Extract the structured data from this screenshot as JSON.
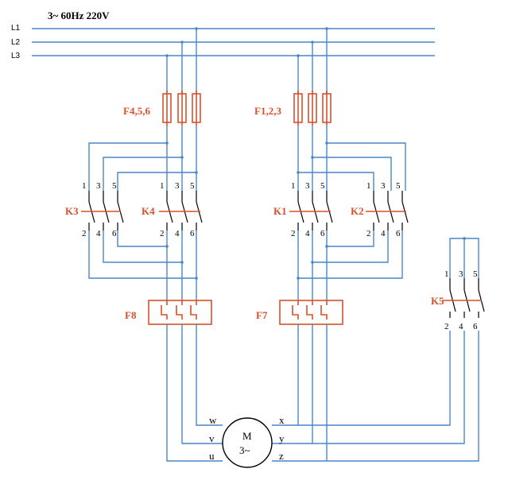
{
  "supply": "3~ 60Hz 220V",
  "lines": [
    "L1",
    "L2",
    "L3"
  ],
  "fuses": {
    "left": "F4,5,6",
    "right": "F1,2,3"
  },
  "overloads": {
    "left": "F8",
    "right": "F7"
  },
  "contactors": {
    "k3": "K3",
    "k4": "K4",
    "k1": "K1",
    "k2": "K2",
    "k5": "K5"
  },
  "terminals_top": [
    "1",
    "3",
    "5"
  ],
  "terminals_bottom": [
    "2",
    "4",
    "6"
  ],
  "motor": {
    "name": "M",
    "type": "3~",
    "terminals": {
      "w": "w",
      "v": "v",
      "u": "u",
      "x": "x",
      "y": "y",
      "z": "z"
    }
  },
  "colors": {
    "wire": "#4a86c8",
    "component": "#d8502c",
    "text": "#000000"
  }
}
